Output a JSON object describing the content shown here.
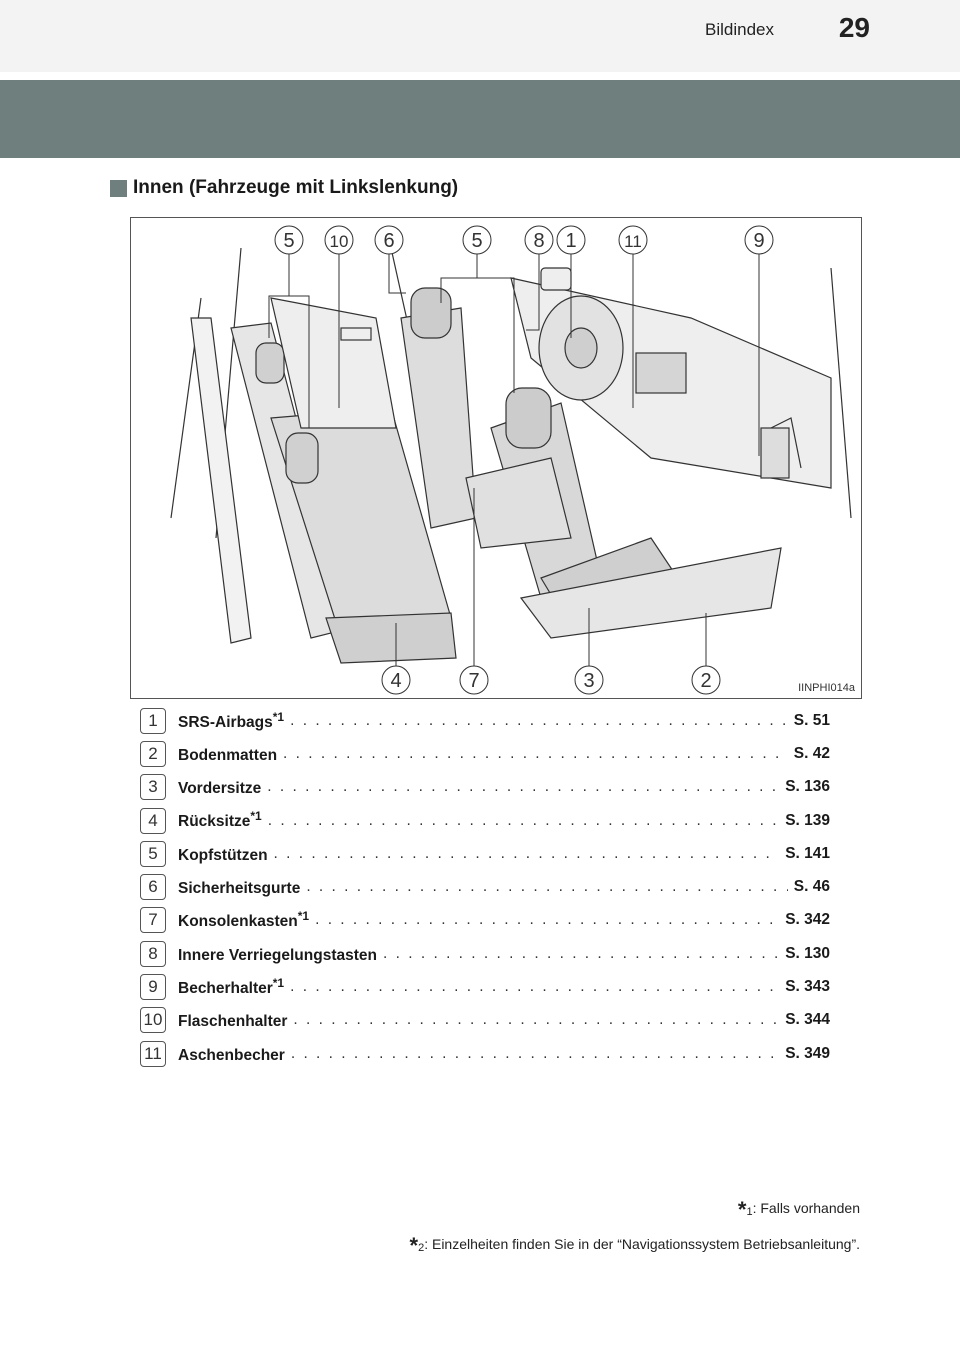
{
  "header": {
    "section_label": "Bildindex",
    "page_number": "29"
  },
  "heading": "Innen (Fahrzeuge mit Linkslenkung)",
  "figure": {
    "code": "IINPHI014a",
    "top_callouts": [
      "5",
      "10",
      "6",
      "5",
      "8",
      "1",
      "11",
      "9"
    ],
    "bottom_callouts": [
      "4",
      "7",
      "3",
      "2"
    ]
  },
  "items": [
    {
      "num": "1",
      "name": "SRS-Airbags",
      "sup": "*1",
      "page": "S. 51"
    },
    {
      "num": "2",
      "name": "Bodenmatten",
      "sup": "",
      "page": "S. 42"
    },
    {
      "num": "3",
      "name": "Vordersitze",
      "sup": "",
      "page": "S. 136"
    },
    {
      "num": "4",
      "name": "Rücksitze",
      "sup": "*1",
      "page": "S. 139"
    },
    {
      "num": "5",
      "name": "Kopfstützen",
      "sup": "",
      "page": "S. 141"
    },
    {
      "num": "6",
      "name": "Sicherheitsgurte",
      "sup": "",
      "page": "S. 46"
    },
    {
      "num": "7",
      "name": "Konsolenkasten",
      "sup": "*1",
      "page": "S. 342"
    },
    {
      "num": "8",
      "name": "Innere Verriegelungstasten",
      "sup": "",
      "page": "S. 130"
    },
    {
      "num": "9",
      "name": "Becherhalter",
      "sup": "*1",
      "page": "S. 343"
    },
    {
      "num": "10",
      "name": "Flaschenhalter",
      "sup": "",
      "page": "S. 344"
    },
    {
      "num": "11",
      "name": "Aschenbecher",
      "sup": "",
      "page": "S. 349"
    }
  ],
  "footnotes": [
    {
      "mark": "*",
      "sub": "1",
      "text": ": Falls vorhanden"
    },
    {
      "mark": "*",
      "sub": "2",
      "text": ": Einzelheiten finden Sie in der “Navigationssystem Betriebsanleitung”."
    }
  ]
}
